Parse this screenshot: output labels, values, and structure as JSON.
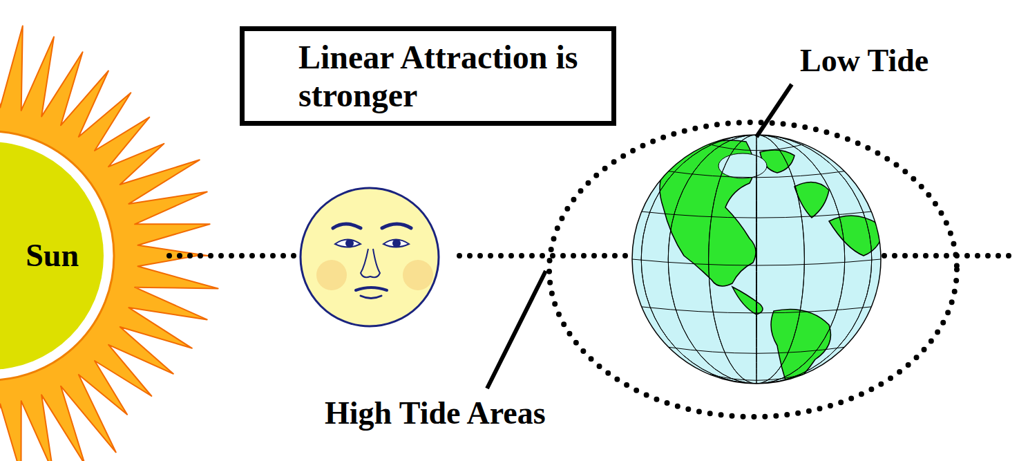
{
  "diagram": {
    "nodes": [
      {
        "text": [
          "Sun"
        ]
      },
      {
        "text": [
          "Linear Attraction is stronger"
        ]
      }
    ],
    "labels": [
      "Low Tide",
      "High Tide Areas"
    ]
  }
}
